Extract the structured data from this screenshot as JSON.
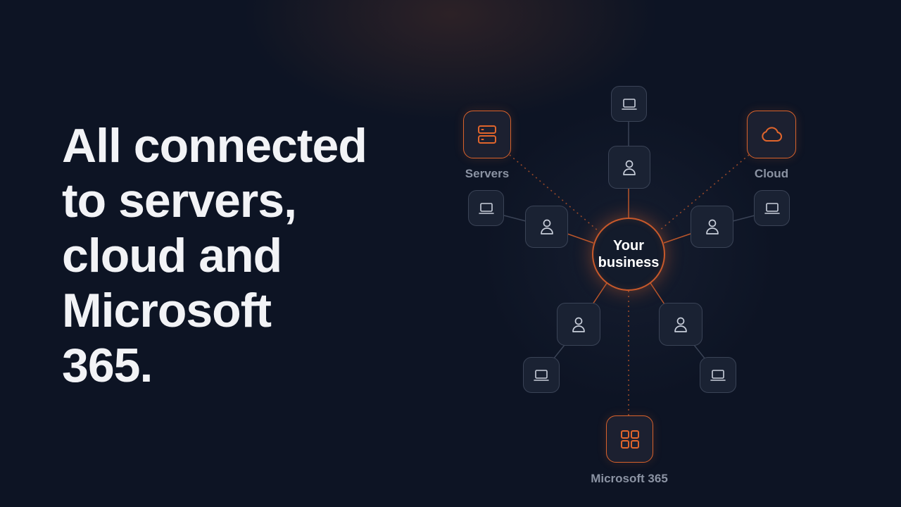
{
  "headline": {
    "lines": [
      "All connected",
      "to servers,",
      "cloud and",
      "Microsoft",
      "365."
    ]
  },
  "diagram": {
    "hub_label": "Your\nbusiness",
    "services": {
      "servers": {
        "label": "Servers",
        "icon": "server-icon"
      },
      "cloud": {
        "label": "Cloud",
        "icon": "cloud-icon"
      },
      "microsoft365": {
        "label": "Microsoft 365",
        "icon": "grid-apps-icon"
      }
    },
    "user_icon": "user-icon",
    "device_icon": "laptop-icon"
  },
  "colors": {
    "background": "#0d1424",
    "accent": "#d9622b",
    "node_fill": "#1a2233",
    "node_border": "#3a4356",
    "headline_text": "#f2f3f6",
    "label_text": "#8b93a3"
  }
}
